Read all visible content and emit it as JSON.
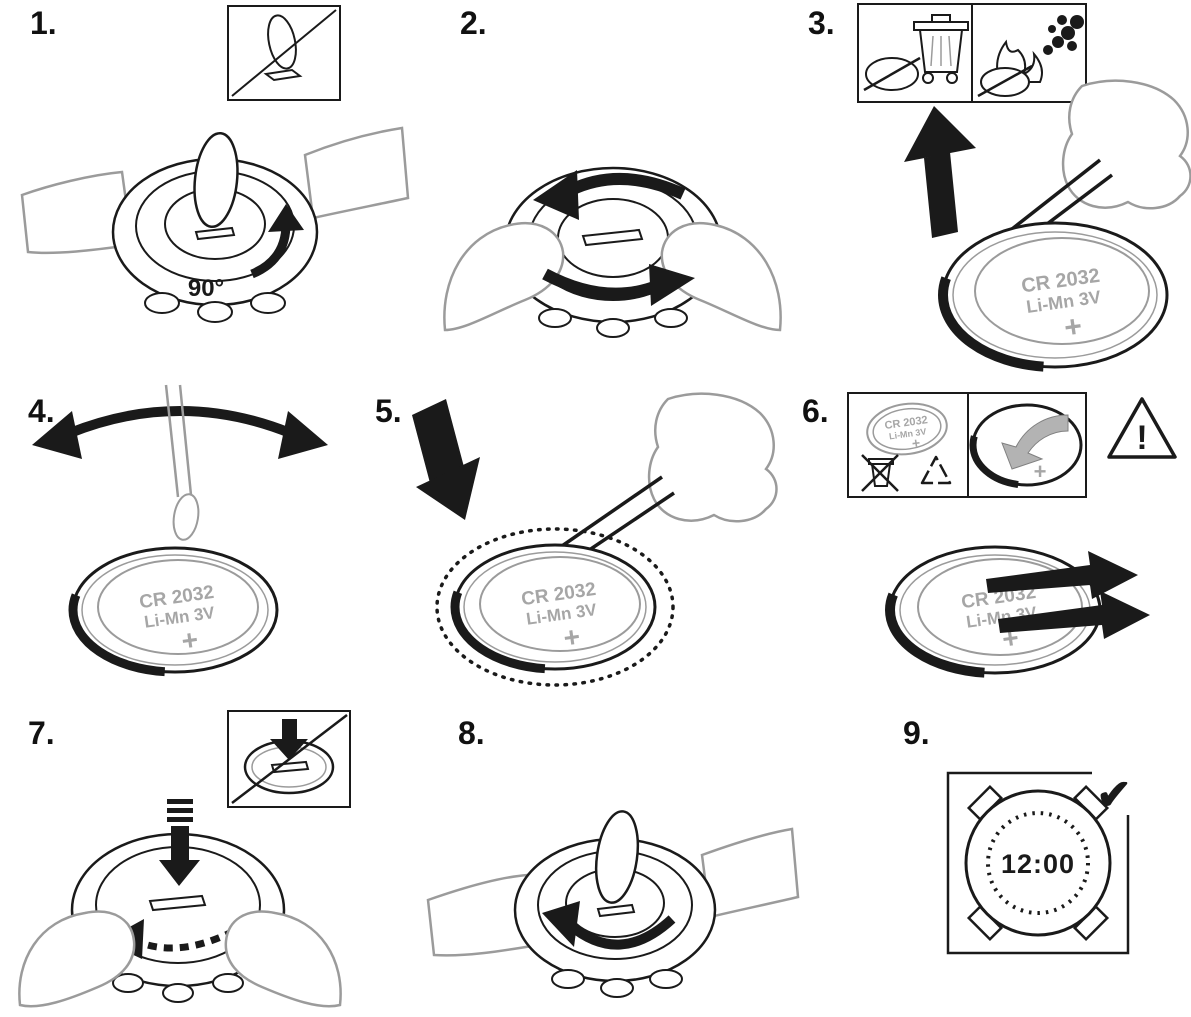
{
  "step_numbers": [
    "1.",
    "2.",
    "3.",
    "4.",
    "5.",
    "6.",
    "7.",
    "8.",
    "9."
  ],
  "battery": {
    "model": "CR 2032",
    "chemistry": "Li-Mn 3V",
    "polarity": "+"
  },
  "annotations": {
    "rotation_angle": "90°",
    "display_time": "12:00",
    "warning_mark": "!",
    "check_mark": "✔"
  },
  "colors": {
    "line": "#1a1a1a",
    "muted_gray": "#9b9b9b",
    "battery_text": "#a6a6a6",
    "flip_arrow_gray": "#b3b3b3"
  }
}
